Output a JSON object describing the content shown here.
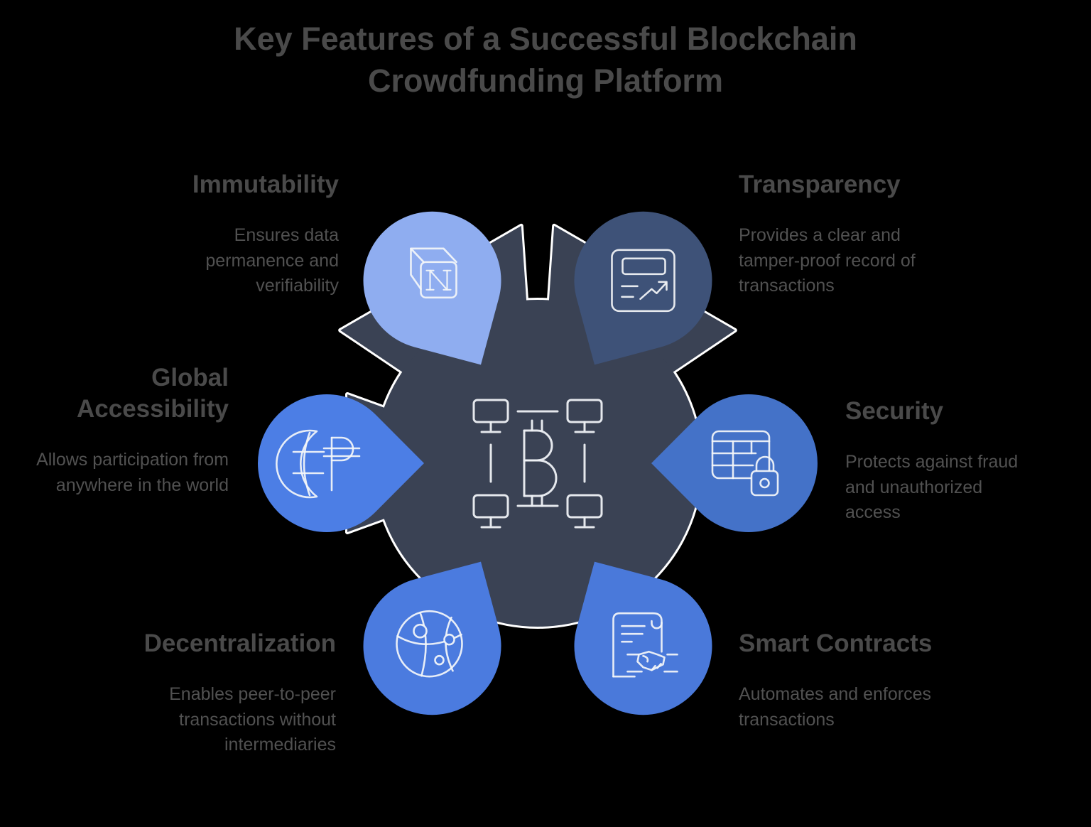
{
  "title": "Key Features of a Successful Blockchain\nCrowdfunding Platform",
  "features": [
    {
      "id": "immutability",
      "title": "Immutability",
      "description": "Ensures data\npermanence and\nverifiability",
      "color": "#8FADF0",
      "icon": "cube-n-icon"
    },
    {
      "id": "transparency",
      "title": "Transparency",
      "description": "Provides a clear and\ntamper-proof record of\ntransactions",
      "color": "#3E5278",
      "icon": "report-chart-icon"
    },
    {
      "id": "global-accessibility",
      "title": "Global\nAccessibility",
      "description": "Allows participation from\nanywhere in the world",
      "color": "#4C7EE5",
      "icon": "globe-currency-icon"
    },
    {
      "id": "security",
      "title": "Security",
      "description": "Protects against fraud\nand unauthorized\naccess",
      "color": "#4472C8",
      "icon": "table-lock-icon"
    },
    {
      "id": "decentralization",
      "title": "Decentralization",
      "description": "Enables peer-to-peer\ntransactions without\nintermediaries",
      "color": "#4B7BDF",
      "icon": "network-globe-icon"
    },
    {
      "id": "smart-contracts",
      "title": "Smart Contracts",
      "description": "Automates and enforces\ntransactions",
      "color": "#4A79DA",
      "icon": "scroll-handshake-icon"
    }
  ],
  "center": {
    "icon": "blockchain-bitcoin-network-icon",
    "fill": "#3A4254",
    "outline": "#FFFFFF"
  },
  "colors": {
    "background": "#000000",
    "heading_text": "#4A4A4A",
    "body_text": "#515151"
  }
}
